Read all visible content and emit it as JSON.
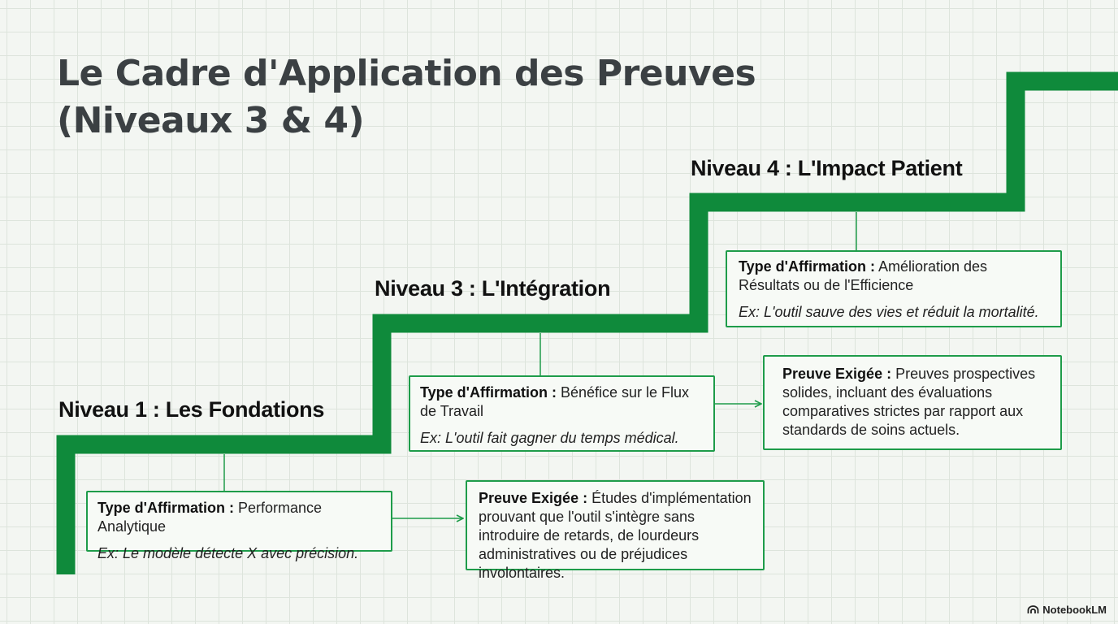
{
  "title_line1": "Le Cadre d'Application des Preuves",
  "title_line2": "(Niveaux 3 & 4)",
  "levels": [
    {
      "title": "Niveau 1 : Les Fondations"
    },
    {
      "title": "Niveau 3 : L'Intégration"
    },
    {
      "title": "Niveau 4 : L'Impact Patient"
    }
  ],
  "cards": {
    "n1_claim": {
      "label": "Type d'Affirmation :",
      "text": " Performance Analytique",
      "example": "Ex: Le modèle détecte X avec précision."
    },
    "n1_proof": {
      "label": "Preuve Exigée :",
      "text": " Études d'implémentation prouvant que l'outil s'intègre sans introduire de retards, de lourdeurs administratives ou de préjudices involontaires."
    },
    "n3_claim": {
      "label": "Type d'Affirmation :",
      "text": " Bénéfice sur le Flux de Travail",
      "example": "Ex: L'outil fait gagner du temps médical."
    },
    "n3_proof": {
      "label": "Preuve Exigée :",
      "text": " Preuves prospectives solides, incluant des évaluations comparatives strictes par rapport aux standards de soins actuels."
    },
    "n4_claim": {
      "label": "Type d'Affirmation :",
      "text": " Amélioration des Résultats ou de l'Efficience",
      "example": "Ex: L'outil sauve des vies et réduit la mortalité."
    }
  },
  "brand": "NotebookLM",
  "colors": {
    "accent": "#1e9c4a",
    "stair": "#0f8a3b"
  }
}
